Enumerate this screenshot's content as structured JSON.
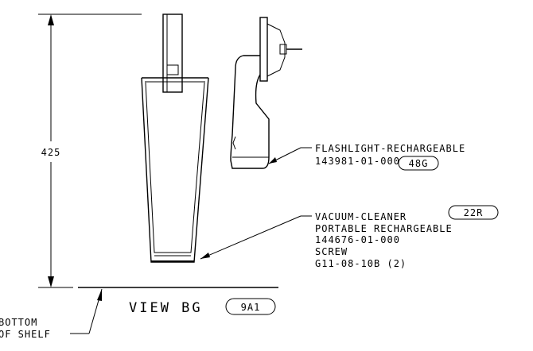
{
  "dimension": {
    "height": "425"
  },
  "labels": {
    "flashlight": {
      "name": "FLASHLIGHT-RECHARGEABLE",
      "part": "143981-01-000",
      "balloon": "48G"
    },
    "vacuum": {
      "name": "VACUUM-CLEANER",
      "balloon": "22R",
      "line2": "PORTABLE RECHARGEABLE",
      "part": "144676-01-000",
      "screw_label": "SCREW",
      "screw_part": "G11-08-10B (2)"
    },
    "view": {
      "title": "VIEW BG",
      "balloon": "9A1"
    },
    "shelf": {
      "line1": "BOTTOM",
      "line2": "OF SHELF"
    }
  }
}
